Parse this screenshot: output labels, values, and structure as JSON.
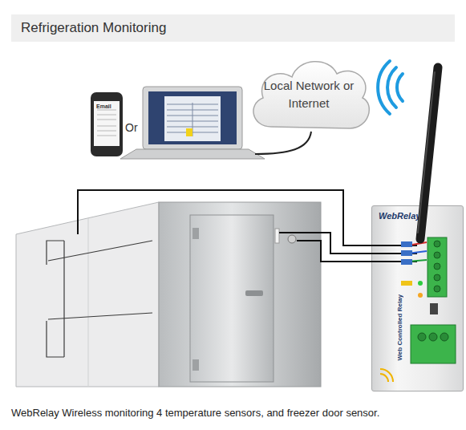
{
  "diagram": {
    "title": "Refrigeration Monitoring",
    "caption": "WebRelay Wireless monitoring 4 temperature sensors, and freezer door sensor.",
    "nodes": [
      {
        "text": [
          "Email"
        ]
      },
      {
        "text": [
          "Local Network or Internet"
        ]
      },
      {
        "text": [
          "WebRelay",
          "Web Controlled Relay"
        ]
      }
    ],
    "labels": [
      "Or"
    ]
  }
}
